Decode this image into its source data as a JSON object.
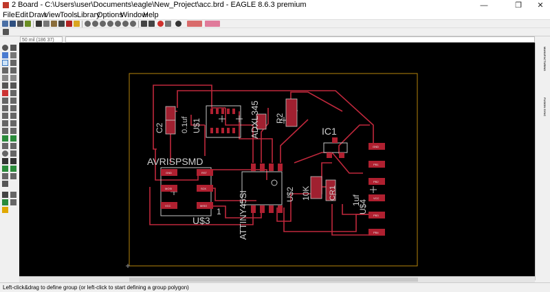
{
  "window": {
    "title": "2 Board - C:\\Users\\user\\Documents\\eagle\\New_Project\\acc.brd - EAGLE 8.6.3 premium",
    "min_glyph": "—",
    "max_glyph": "❐",
    "close_glyph": "✕"
  },
  "menu": {
    "items": [
      "File",
      "Edit",
      "Draw",
      "View",
      "Tools",
      "Library",
      "Options",
      "Window",
      "Help"
    ]
  },
  "coord": {
    "grid_label": "50 mil (186 37)"
  },
  "right_panel": {
    "tab1": "MANUFACTURING",
    "tab2": "FUSION SYNC"
  },
  "board": {
    "labels": {
      "avrispsmd": "AVRISPSMD",
      "c2": "C2",
      "c2_value": "0.1uf",
      "us1": "U$1",
      "adxl": "ADXL345",
      "r2": "R2",
      "ic1": "IC1",
      "attiny": "ATTINY45SI",
      "us2": "U$2",
      "r10k": "10K",
      "cr1": "CR1",
      "c1uf": "1uf",
      "us4": "U$4",
      "us3": "U$3",
      "pin1": "1"
    },
    "pads": {
      "gnd": "GND",
      "rst": "RST",
      "mosi": "MOSI",
      "miso": "MISO",
      "sck": "SCK",
      "vcc": "VCC",
      "p1": "PB1",
      "p2": "PB2",
      "p3": "PB3",
      "p4": "PB4"
    }
  },
  "status": {
    "message": "Left-click&drag to define group (or left-click to start defining a group polygon)"
  },
  "colors": {
    "board_outline": "#b8860b",
    "trace": "#c0283c",
    "silk": "#c8c8c8",
    "canvas": "#000000"
  }
}
